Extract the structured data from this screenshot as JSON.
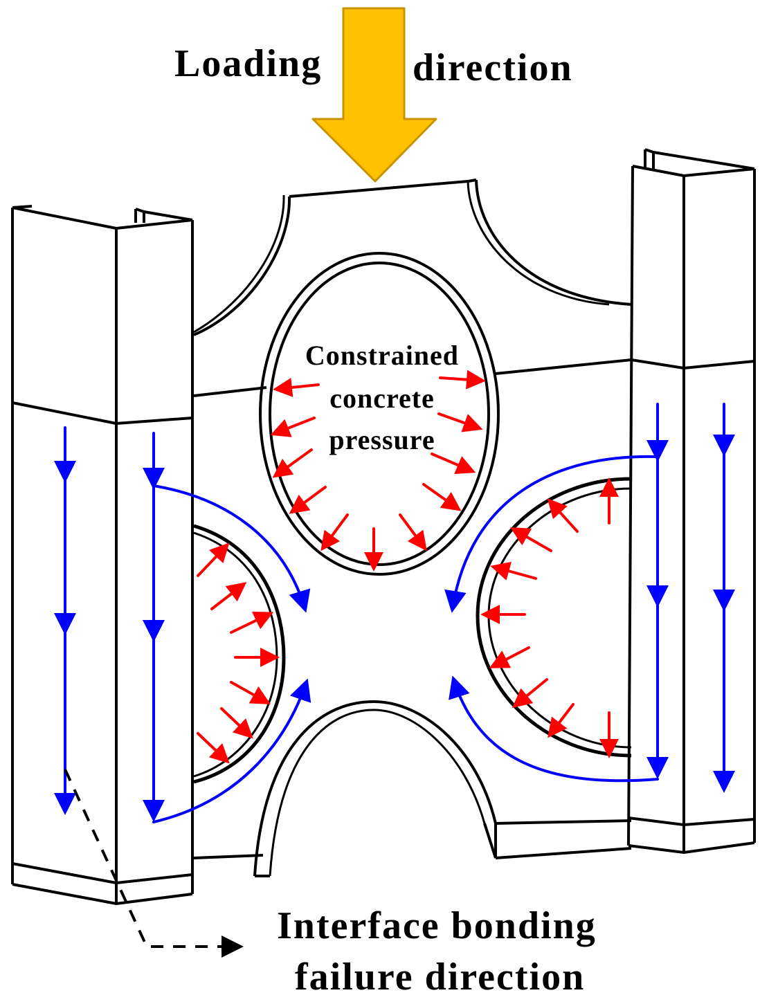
{
  "labels": {
    "loading_left": "Loading",
    "loading_right": "direction",
    "constrained_line1": "Constrained",
    "constrained_line2": "concrete",
    "constrained_line3": "pressure",
    "interface_line1": "Interface bonding",
    "interface_line2": "failure direction"
  },
  "colors": {
    "load_arrow": "#FFC000",
    "load_arrow_edge": "#C79300",
    "flow_arrows": "#0000FF",
    "pressure_arrows": "#FF0000",
    "outline": "#000000"
  },
  "icons": {
    "load_arrow": "down-arrow-icon",
    "failure_arrow": "dashed-arrow-icon"
  }
}
